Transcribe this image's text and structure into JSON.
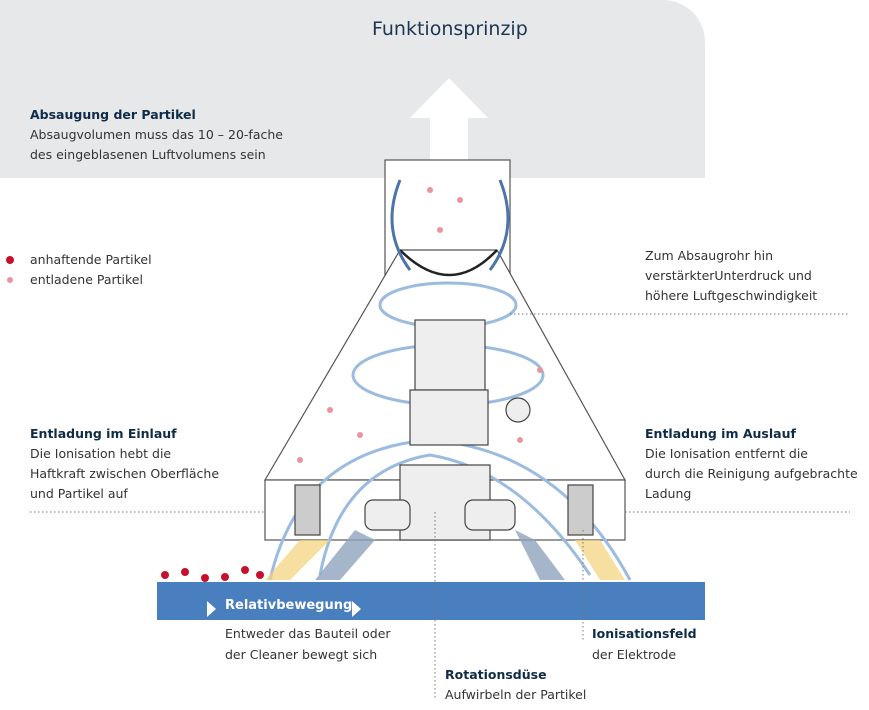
{
  "title": "Funktionsprinzip",
  "suction": {
    "heading": "Absaugung der Partikel",
    "line1": "Absaugvolumen muss das 10 – 20-fache",
    "line2": "des eingeblasenen Luftvolumens sein"
  },
  "legend": [
    {
      "label": "anhaftende Partikel",
      "color": "#c8102e"
    },
    {
      "label": "entladene Partikel",
      "color": "#e8959f"
    }
  ],
  "pipe_note": {
    "line1": "Zum Absaugrohr hin",
    "line2": "verstärkterUnterdruck und",
    "line3": "höhere Luftgeschwindigkeit"
  },
  "inlet": {
    "heading": "Entladung im Einlauf",
    "line1": "Die Ionisation hebt die",
    "line2": "Haftkraft zwischen Oberfläche",
    "line3": "und Partikel auf"
  },
  "outlet": {
    "heading": "Entladung im Auslauf",
    "line1": "Die Ionisation entfernt die",
    "line2": "durch die Reinigung aufgebrachte",
    "line3": "Ladung"
  },
  "movement": {
    "label": "Relativbewegung",
    "line1": "Entweder das Bauteil oder",
    "line2": "der Cleaner bewegt sich"
  },
  "nozzle": {
    "heading": "Rotationsdüse",
    "line1": "Aufwirbeln der Partikel"
  },
  "ion_field": {
    "heading": "Ionisationsfeld",
    "line1": "der Elektrode"
  },
  "colors": {
    "surface": "#4a7fbf",
    "panel": "#e7e8ea",
    "flow": "#9bbbe0",
    "ion": "#f3d27a"
  }
}
